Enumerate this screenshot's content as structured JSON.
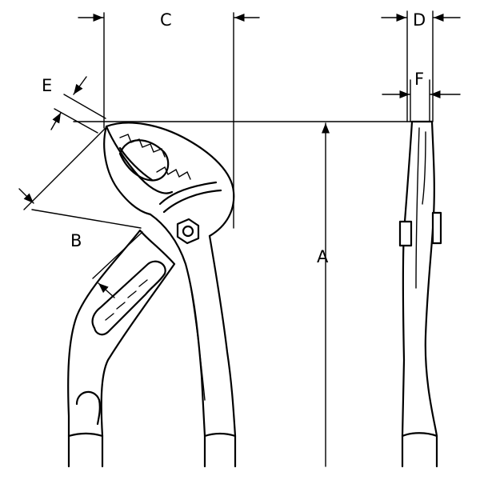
{
  "diagram": {
    "labels": {
      "A": "A",
      "B": "B",
      "C": "C",
      "D": "D",
      "E": "E",
      "F": "F"
    }
  },
  "colors": {
    "line": "#000000",
    "background": "#ffffff"
  }
}
